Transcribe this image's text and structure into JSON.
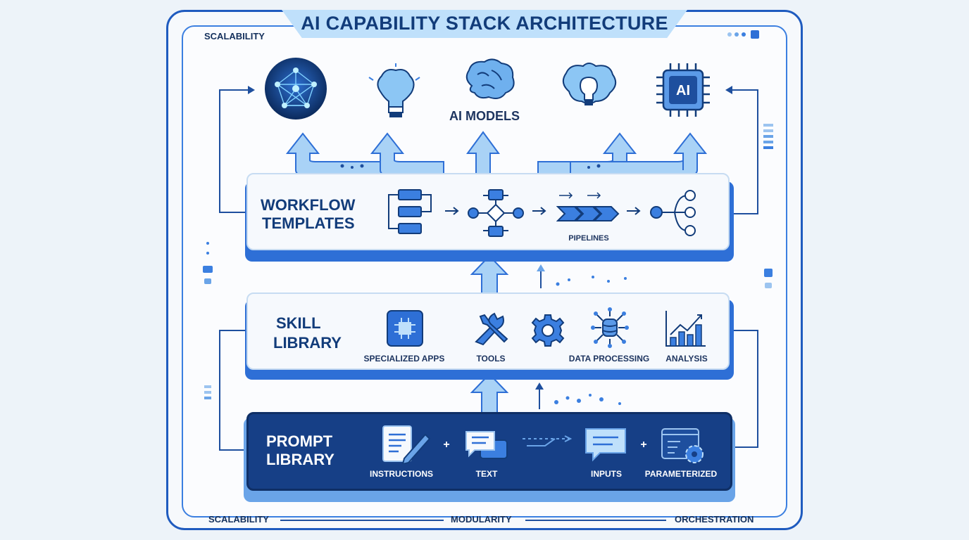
{
  "title": "AI CAPABILITY STACK ARCHITECTURE",
  "corner_label": "SCALABILITY",
  "models": {
    "label": "AI MODELS",
    "chip_text": "AI",
    "icons": [
      "neural-network-icon",
      "brain-lightbulb-icon",
      "brain-icon",
      "lightbulb-brain-icon",
      "ai-chip-icon"
    ]
  },
  "workflow": {
    "title_line1": "WORKFLOW",
    "title_line2": "TEMPLATES",
    "pipelines_label": "PIPELINES"
  },
  "skills": {
    "title_line1": "SKILL",
    "title_line2": "LIBRARY",
    "items": [
      "SPECIALIZED APPS",
      "TOOLS",
      "DATA PROCESSING",
      "ANALYSIS"
    ]
  },
  "prompt": {
    "title_line1": "PROMPT",
    "title_line2": "LIBRARY",
    "items": [
      "INSTRUCTIONS",
      "TEXT",
      "INPUTS",
      "PARAMETERIZED"
    ],
    "plus": "+"
  },
  "footer": {
    "left": "SCALABILITY",
    "center": "MODULARITY",
    "right": "ORCHESTRATION"
  },
  "colors": {
    "dark_blue": "#123c7a",
    "accent_blue": "#2e6fd6",
    "light_blue": "#bfe0fb",
    "prompt_bg": "#163f86"
  }
}
